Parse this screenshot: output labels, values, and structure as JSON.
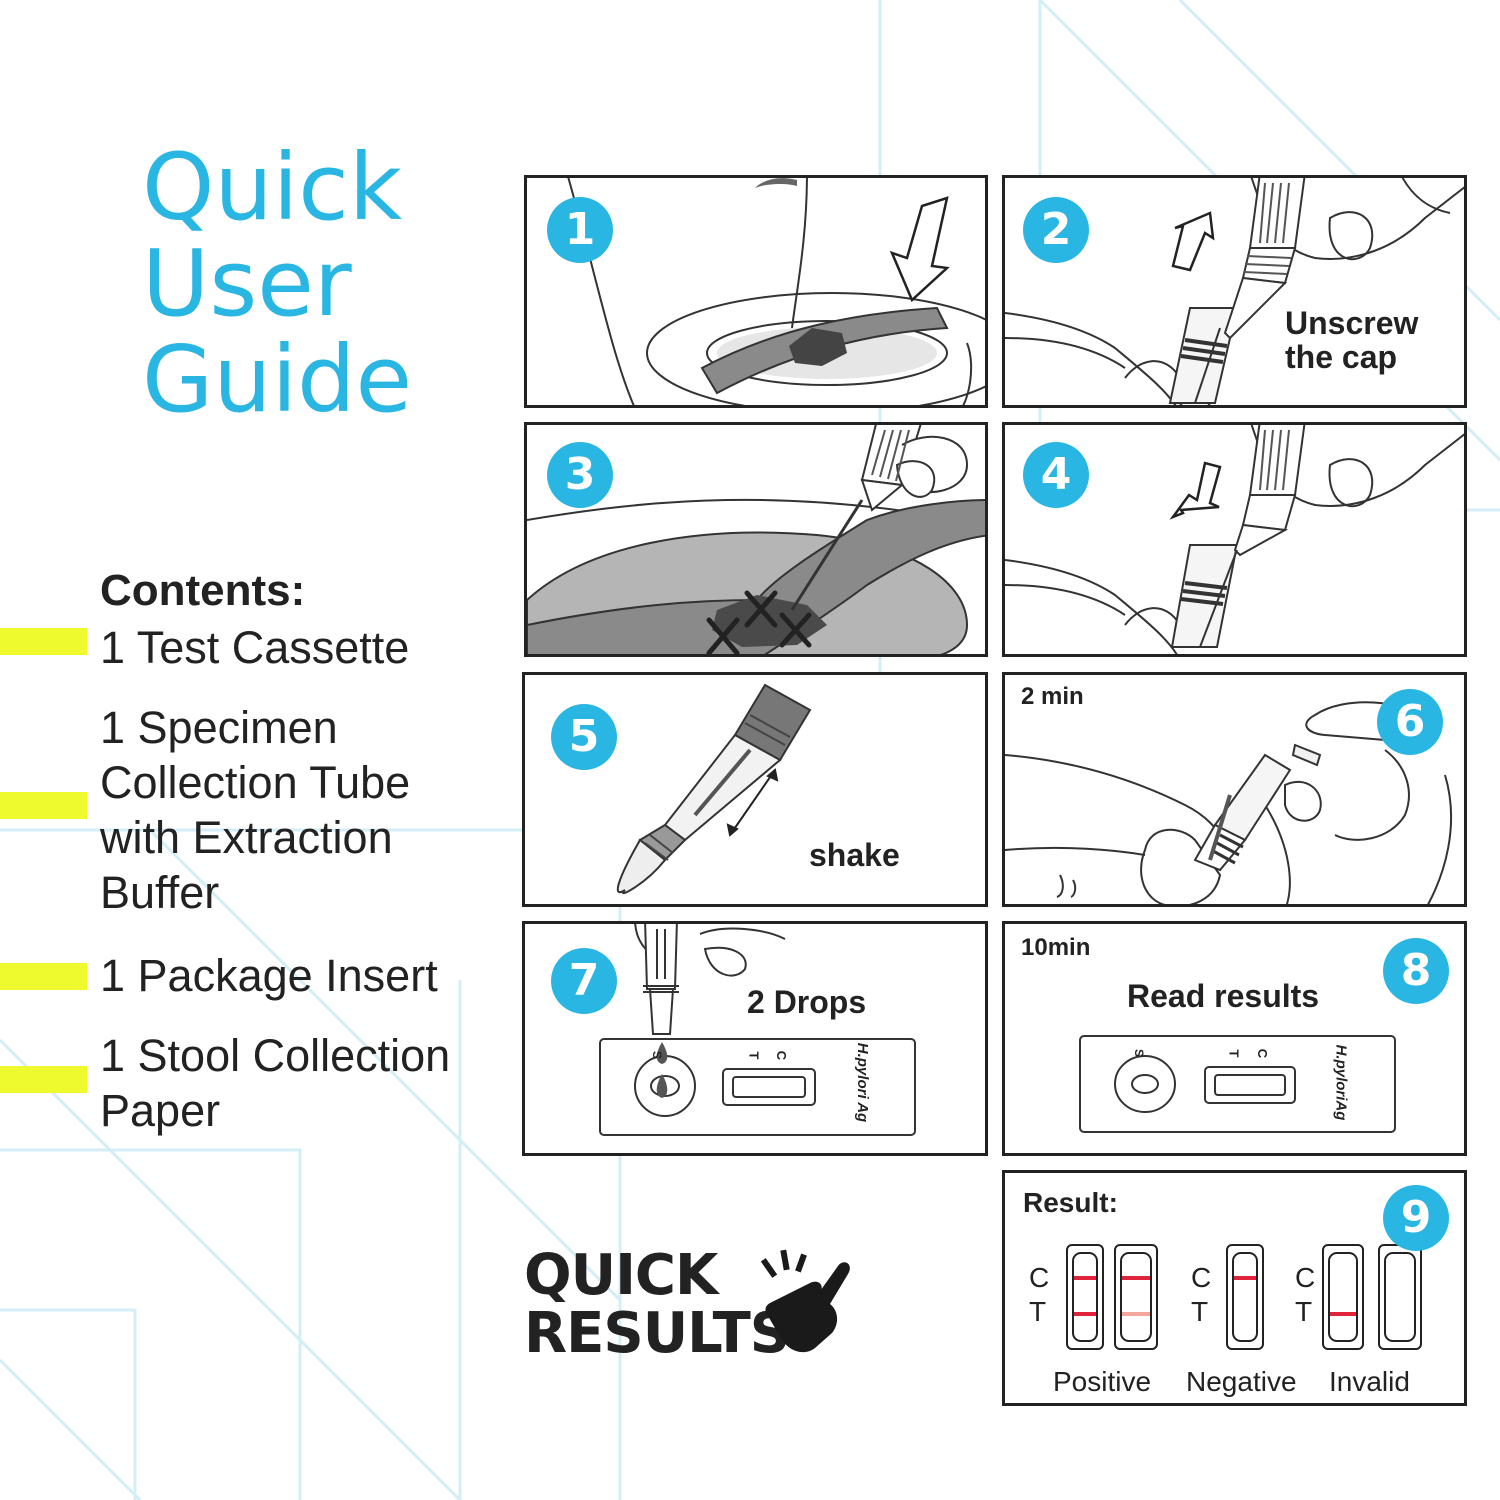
{
  "guide": {
    "title_lines": [
      "Quick",
      "User",
      "Guide"
    ]
  },
  "contents": {
    "heading": "Contents:",
    "items": [
      {
        "lines": [
          "1 Test Cassette"
        ]
      },
      {
        "lines": [
          "1 Specimen",
          "Collection Tube",
          "with Extraction",
          "Buffer"
        ]
      },
      {
        "lines": [
          "1 Package Insert"
        ]
      },
      {
        "lines": [
          "1 Stool Collection",
          "Paper"
        ]
      }
    ]
  },
  "steps": [
    {
      "number": "1"
    },
    {
      "number": "2",
      "caption_lines": [
        "Unscrew",
        "the cap"
      ]
    },
    {
      "number": "3"
    },
    {
      "number": "4"
    },
    {
      "number": "5",
      "caption": "shake"
    },
    {
      "number": "6",
      "time": "2 min"
    },
    {
      "number": "7",
      "caption": "2 Drops",
      "cassette_label": "H.pylori Ag",
      "marks": [
        "S",
        "T",
        "C"
      ]
    },
    {
      "number": "8",
      "time": "10min",
      "caption": "Read results",
      "cassette_label": "H.pyloriAg",
      "marks": [
        "S",
        "T",
        "C"
      ]
    },
    {
      "number": "9",
      "heading": "Result:",
      "line_labels": [
        "C",
        "T"
      ],
      "outcomes": [
        "Positive",
        "Negative",
        "Invalid"
      ]
    }
  ],
  "badge": {
    "lines": [
      "QUICK",
      "RESULTS"
    ],
    "icon": "hand-pointer-icon"
  },
  "colors": {
    "accent": "#2ab6e2",
    "highlight": "#eefa2e",
    "result_line": "#e0243a",
    "faint_line": "#f2a79a"
  }
}
